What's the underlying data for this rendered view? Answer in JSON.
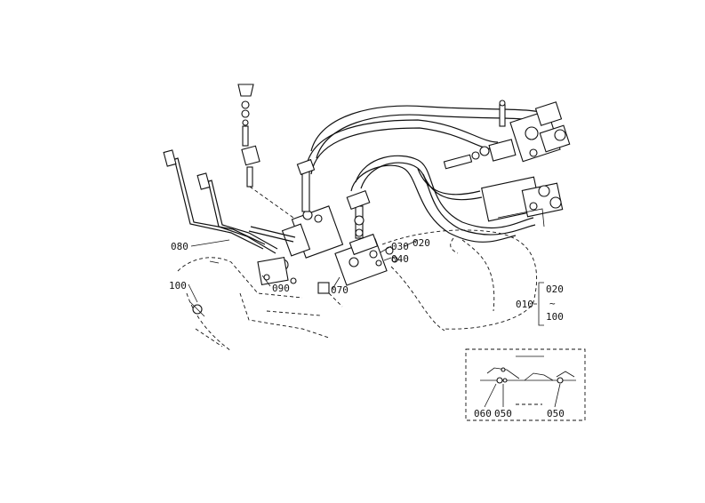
{
  "labels": {
    "p080": "080",
    "p100": "100",
    "p090": "090",
    "p070": "070",
    "p030": "030",
    "p020": "020",
    "p040": "040",
    "range_start": "010",
    "range_top": "020",
    "range_tilde": "~",
    "range_bottom": "100",
    "inset_060": "060",
    "inset_050a": "050",
    "inset_050b": "050"
  }
}
